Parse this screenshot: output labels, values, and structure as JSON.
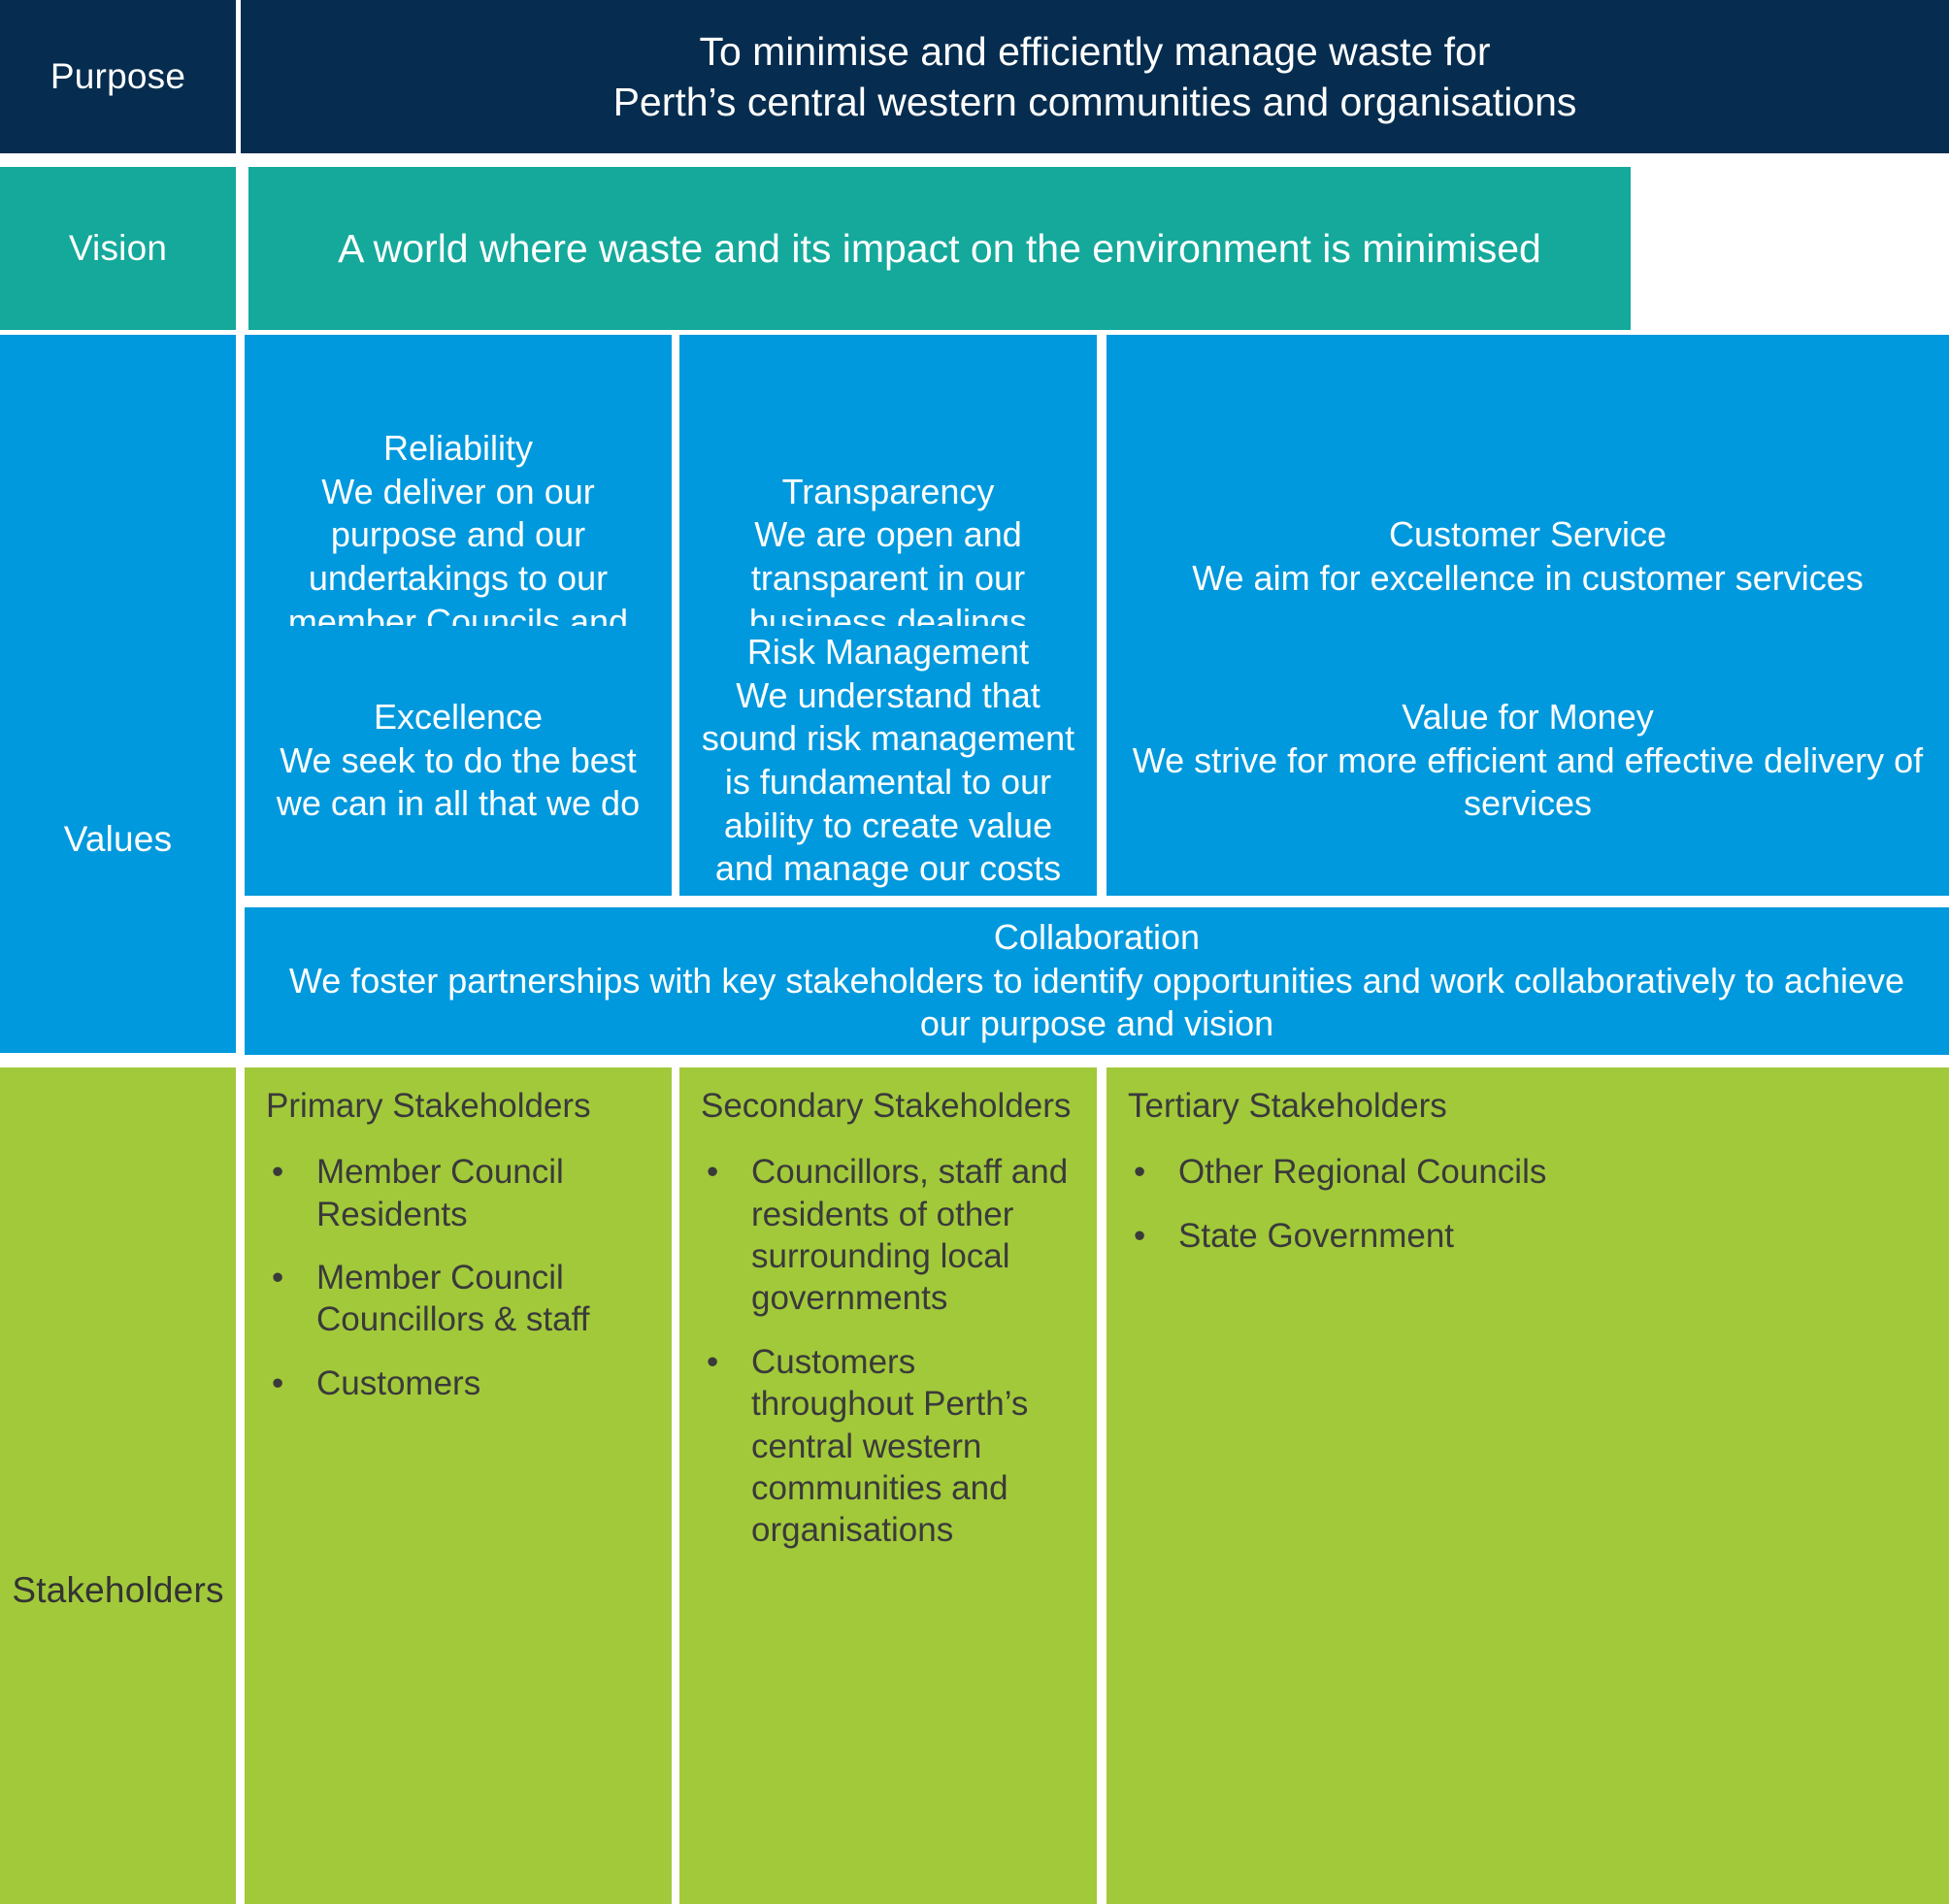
{
  "colors": {
    "purpose_bg": "#062d4f",
    "vision_bg": "#14a99b",
    "values_bg": "#0099dd",
    "stakeholders_bg": "#a2c93a",
    "light_text": "#ffffff",
    "dark_text": "#3a3a3a"
  },
  "rows": {
    "purpose": {
      "label": "Purpose",
      "line1": "To minimise and efficiently manage waste for",
      "line2": "Perth’s central western communities and organisations"
    },
    "vision": {
      "label": "Vision",
      "statement": "A world where waste and its impact on the environment is minimised"
    },
    "values": {
      "label": "Values",
      "cards": [
        {
          "title": "Reliability",
          "body": "We deliver on our purpose and our undertakings to our member Councils and the community"
        },
        {
          "title": "Transparency",
          "body": "We are open and transparent in our business dealings"
        },
        {
          "title": "Customer Service",
          "body": "We aim for excellence in customer services"
        },
        {
          "title": "Excellence",
          "body": "We seek to do the best we can in all that we do"
        },
        {
          "title": "Risk Management",
          "body": "We understand that sound risk management is fundamental to our ability to create value and manage our costs"
        },
        {
          "title": "Value for Money",
          "body": "We strive for more efficient and effective delivery of services"
        }
      ],
      "collaboration": {
        "title": "Collaboration",
        "body": "We foster partnerships with key stakeholders to identify opportunities and work collaboratively to achieve our purpose and vision"
      }
    },
    "stakeholders": {
      "label": "Stakeholders",
      "bullet_glyph": "•",
      "columns": [
        {
          "heading": "Primary Stakeholders",
          "items": [
            "Member Council Residents",
            "Member Council Councillors & staff",
            "Customers"
          ]
        },
        {
          "heading": "Secondary Stakeholders",
          "items": [
            "Councillors, staff and residents of other surrounding local governments",
            "Customers throughout Perth’s central western communities and organisations"
          ]
        },
        {
          "heading": "Tertiary Stakeholders",
          "items": [
            "Other Regional Councils",
            "State Government"
          ]
        }
      ]
    }
  }
}
